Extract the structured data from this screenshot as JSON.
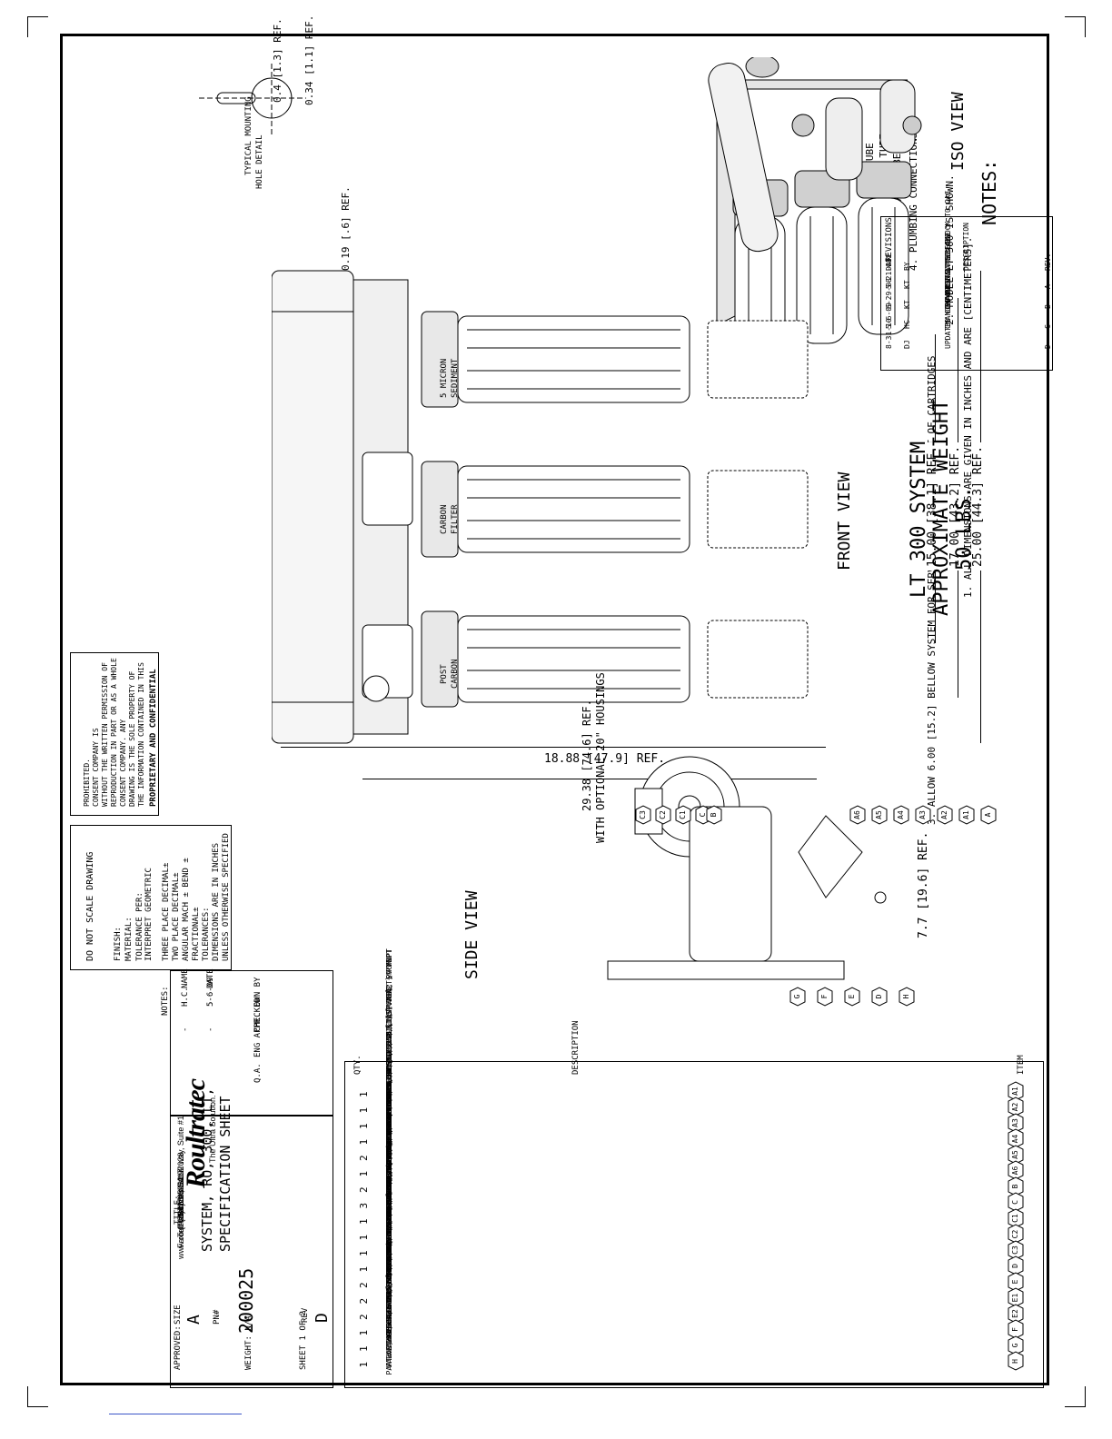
{
  "notes": {
    "heading": "NOTES:",
    "items": [
      "1. ALL DIMENSIONS ARE GIVEN IN INCHES AND ARE [CENTIMETERS].",
      "2. MODEL LT 300 IS SHOWN.",
      "3. ALLOW 6.00 [15.2] BELLOW SYSTEM FOR SERVICING AND REPLACEMENT OF CARTRIDGES",
      "4. PLUMBING CONNECTIONS",
      "FEED: 3/8\" TUBE",
      "PERMEATE: 3/8\" TUBE",
      "CONCENTRATE: 1/4\" TUBE"
    ]
  },
  "views": {
    "iso": "ISO VIEW",
    "front": "FRONT VIEW",
    "side": "SIDE VIEW",
    "mounting_detail": [
      "TYPICAL MOUNTING",
      "HOLE DETAIL"
    ]
  },
  "system": {
    "name": "LT 300 SYSTEM",
    "weight_label": "APPROXIMATE WEIGHT",
    "weight": "50 LBS."
  },
  "dimensions": {
    "d1": "0.34 [1.1] REF.",
    "d2": "0.4 [1.3] REF.",
    "d3": "0.19 [.6] REF.",
    "d4": "25.00 [44.3] REF.",
    "d5": "17.00 [43.2] REF.",
    "d6": "15.00 [38.1] REF.",
    "d7": "18.88 [47.9] REF.",
    "d8": "29.38 [74.6] REF.",
    "d8_note": "WITH OPTIONAL 20\" HOUSINGS",
    "d9": "7.7 [19.6] REF."
  },
  "housing_labels": [
    [
      "5 MICRON",
      "SEDIMENT"
    ],
    [
      "CARBON",
      "FILTER"
    ],
    [
      "POST",
      "CARBON"
    ]
  ],
  "callouts": {
    "a_group": [
      "A6",
      "A5",
      "A4",
      "A3",
      "A2",
      "A1",
      "A"
    ],
    "b": "B",
    "c_group": [
      "C3",
      "C2",
      "C1",
      "C"
    ],
    "side_bottom": [
      "G",
      "F",
      "E",
      "D",
      "H"
    ]
  },
  "revisions": {
    "title": "REVISIONS",
    "headers": [
      "REV.",
      "DESCRIPTION",
      "BY",
      "DATE"
    ],
    "rows": [
      [
        "A",
        "FINAL RELEASE",
        "KT",
        "5-21-08"
      ],
      [
        "B",
        "CHANGED CARBON BLOCK TO GAC",
        "KT",
        "6-29-08"
      ],
      [
        "C",
        "CHANGED PRODUCT WEIGHT",
        "HC",
        "5-6-09"
      ],
      [
        "D",
        "UPDATED COMPONENTS",
        "DJ",
        "8-31-10"
      ]
    ]
  },
  "bom": {
    "headers": [
      "QTY.",
      "DESCRIPTION",
      "ITEM"
    ],
    "rows": [
      [
        "1",
        "HHS, PVC, 2521, ⅜\" SP X ⅜\" SP FNPT",
        "PART# 200519",
        "A1"
      ],
      [
        "1",
        "MEMBRANE, HF4, 2521, ULTRATEC",
        "PART# 200387",
        "A2"
      ],
      [
        "1",
        "END PLUG, OPEN, GTX, 2.5\", ⅜\" FNPT, PVC",
        "PART# 200591",
        "A3"
      ],
      [
        "1",
        "END PLUG, CLOSED, GTX, 2.5\", ⅜\" FNPT, PVC",
        "PART# 200592",
        "A4"
      ],
      [
        "2",
        "SNAP, RING, DELRIN, 2.5\", PVC",
        "PART# 200593",
        "A5"
      ],
      [
        "1",
        "GAUGE, BKM, NO-FILL 0-200 PSI BAR, 1.5\" DIA, ⅛\" MNPT",
        "PART# 202436",
        "A6"
      ],
      [
        "2",
        "CLAMP, HOSE, STAINLESS, 2.5\" SS",
        "PART# 200567",
        "B"
      ],
      [
        "3",
        "HOUSING, FLTR WHT/WHT, 2.5\" X 10\", DBL O-RING",
        "PART# 200719",
        "C"
      ],
      [
        "1",
        "CARTRIDGE, SEDIMENT, POLYPRO, 2.5\" X 10\", 5MIC",
        "PART# 200621",
        "C1"
      ],
      [
        "1",
        "CARTRIDGE, CARBON, BLOCK, 2.5\" X 10\", 10 MIC",
        "PART# 200658",
        "C2"
      ],
      [
        "1",
        "CARTRIDGE, CARBON, GAC, 2.5\" X 10\"",
        "PART# 200668",
        "C3"
      ],
      [
        "1",
        "BRACKET, STEEL, WHITE, TRIPLE 2.5\"",
        "PART# 200751",
        "D"
      ],
      [
        "2",
        "PUMP, BOOSTER, 8800, ⅜\" QC, AQUATEC",
        "PART# 200768",
        "E"
      ],
      [
        "2",
        "TRANSFORMER, PUMP, 8800, 2AMP, 110V/220V 60HZ 24VAC",
        "PART# 200769/200770",
        "E1"
      ],
      [
        "2",
        "SWITCH, TANK, PRESSURE, 20-40 PSI, ¼\" QC, AQUATEC",
        "PART# 200762",
        "E2"
      ],
      [
        "1",
        "RESTRICTOR, FIXED, 800 ML/MIN, AUTO FLUSH, ¼\" QC",
        "PART# 200772",
        "F"
      ],
      [
        "1",
        "VALVE, SOLENOID, ⅜\" COMP, 24V, AQUATEC",
        "PART# 200773",
        "G"
      ],
      [
        "1",
        "VALVE, CHECK, PP, ⅜\" FNPT X ¼\" FNPT",
        "PART# 200963",
        "H"
      ]
    ]
  },
  "tolerances": {
    "lines": [
      "UNLESS OTHERWISE SPECIFIED",
      "DIMENSIONS ARE IN INCHES",
      "TOLERANCES:",
      "FRACTIONAL±",
      "ANGULAR MACH ±   BEND ±",
      "TWO PLACE DECIMAL±",
      "THREE PLACE DECIMAL±"
    ],
    "interpret": [
      "INTERPRET GEOMETRIC",
      "TOLERANCE PER:"
    ],
    "material": "MATERIAL:",
    "finish": "FINISH:",
    "do_not_scale": "DO NOT SCALE DRAWING"
  },
  "proprietary": {
    "title": "PROPRIETARY AND CONFIDENTIAL",
    "lines": [
      "THE INFORMATION CONTAINED IN THIS",
      "DRAWING IS THE SOLE PROPERTY OF",
      "CONSENT COMPANY. ANY",
      "REPRODUCTION IN PART OR AS A WHOLE",
      "WITHOUT THE WRITTEN PERMISSION OF",
      "CONSENT COMPANY IS",
      "PROHIBITED."
    ]
  },
  "signoff": {
    "headers": [
      "",
      "NAME",
      "DATE"
    ],
    "rows": [
      [
        "DWN BY",
        "H.C.",
        "5-6-09"
      ],
      [
        "CHECKED",
        "-",
        "-"
      ],
      [
        "ENG APPR.",
        "",
        ""
      ],
      [
        "Q.A.",
        "",
        ""
      ]
    ],
    "notes_label": "NOTES:"
  },
  "title_block": {
    "logo": "Roultratec",
    "tagline": "The Ultra Solution.",
    "address": [
      "541 Industrial way, Suite #1",
      "Fallbrook, CA 92028",
      "Tel: (760)723-5417",
      "Fax: (760)728-5062",
      "www.roultratec.com"
    ],
    "title_label": "TITLE:",
    "title_lines": [
      "SYSTEM, RO, 300, LT,",
      "SPECIFICATION SHEET"
    ],
    "size_label": "SIZE",
    "size": "A",
    "pn_label": "PN#",
    "pn": "200025",
    "rev_label": "REV",
    "rev": "D",
    "approved": "APPROVED:",
    "weight": "WEIGHT: N/A",
    "sheet": "SHEET 1 OF 2"
  },
  "colors": {
    "ink": "#000000",
    "paper": "#ffffff",
    "link_line": "#3a55c8"
  }
}
